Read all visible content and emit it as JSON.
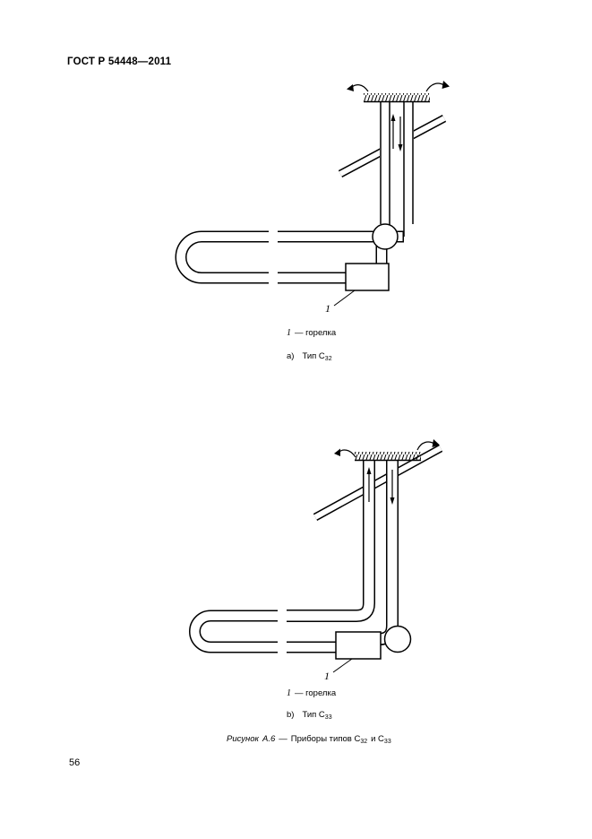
{
  "header": {
    "doc_id": "ГОСТ Р 54448—2011"
  },
  "footer": {
    "page_number": "56"
  },
  "colors": {
    "ink": "#000000",
    "paper": "#ffffff"
  },
  "figure_a": {
    "burner_ref": "1",
    "legend_ref": "1",
    "legend_text": "— горелка",
    "item_letter": "a)",
    "type_label": "Тип С",
    "type_subscript": "32"
  },
  "figure_b": {
    "burner_ref": "1",
    "legend_ref": "1",
    "legend_text": "— горелка",
    "item_letter": "b)",
    "type_label": "Тип С",
    "type_subscript": "33"
  },
  "caption": {
    "figure_word": "Рисунок",
    "figure_number": "А.6",
    "dash": "—",
    "text": "Приборы типов С",
    "subscript_1": "32",
    "conjunction": "и С",
    "subscript_2": "33"
  }
}
